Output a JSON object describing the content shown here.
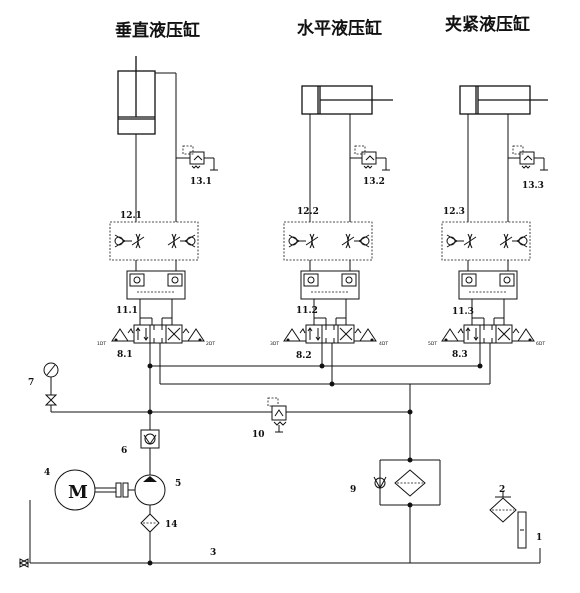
{
  "titles": {
    "vertical": "垂直液压缸",
    "horizontal": "水平液压缸",
    "clamp": "夹紧液压缸"
  },
  "labels": {
    "relief_1": "13.1",
    "relief_2": "13.2",
    "relief_3": "13.3",
    "throttle_1": "12.1",
    "throttle_2": "12.2",
    "throttle_3": "12.3",
    "lock_1": "11.1",
    "lock_2": "11.2",
    "lock_3": "11.3",
    "dirvalve_1": "8.1",
    "dirvalve_2": "8.2",
    "dirvalve_3": "8.3",
    "gauge": "7",
    "check": "6",
    "pump": "5",
    "motor": "4",
    "motor_symbol": "M",
    "tank_line": "3",
    "breather": "2",
    "level": "1",
    "main_relief": "10",
    "filter_bypass": "9",
    "filter_suction": "14"
  },
  "solenoids": {
    "v1_left": "1DT",
    "v1_right": "2DT",
    "v2_left": "3DT",
    "v2_right": "4DT",
    "v3_left": "5DT",
    "v3_right": "6DT"
  }
}
